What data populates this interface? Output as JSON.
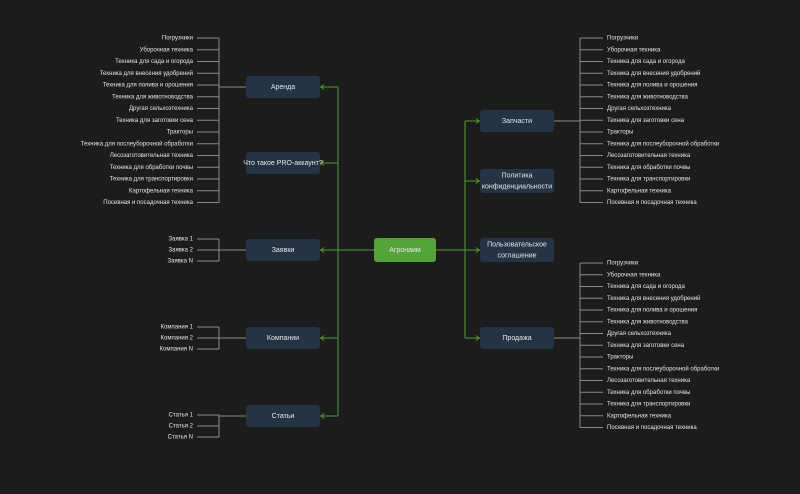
{
  "center": "Агронаим",
  "left_nodes": {
    "arenda": "Аренда",
    "pro": "Что такое PRO-аккаунт?",
    "zayavki": "Заявки",
    "kompanii": "Компании",
    "stati": "Статьи"
  },
  "right_nodes": {
    "zapchasti": "Запчасти",
    "politika": [
      "Политика",
      "конфиденциальности"
    ],
    "soglashenie": [
      "Пользовательское",
      "соглашение"
    ],
    "prodazha": "Продажа"
  },
  "categories": [
    "Погрузчики",
    "Уборочная техника",
    "Техника для сада и огорода",
    "Техника для внесения удобрений",
    "Техника для полива и орошения",
    "Техника для животноводства",
    "Другая сельхозтехника",
    "Техника для заготовки сена",
    "Тракторы",
    "Техника для послеуборочной обработки",
    "Лесозаготовительная техника",
    "Техника для обработки почвы",
    "Техника для транспортировки",
    "Картофельная техника",
    "Посевная и посадочная техника"
  ],
  "zayavki_items": [
    "Заявка 1",
    "Заявка 2",
    "Заявка N"
  ],
  "kompanii_items": [
    "Компания 1",
    "Компания 2",
    "Компания N"
  ],
  "stati_items": [
    "Статья 1",
    "Статья 2",
    "Статья N"
  ],
  "colors": {
    "background": "#1c1c1c",
    "node": "#253444",
    "center": "#55a43a",
    "connector_green": "#4f9a34",
    "connector_grey": "#8a8a8a"
  }
}
